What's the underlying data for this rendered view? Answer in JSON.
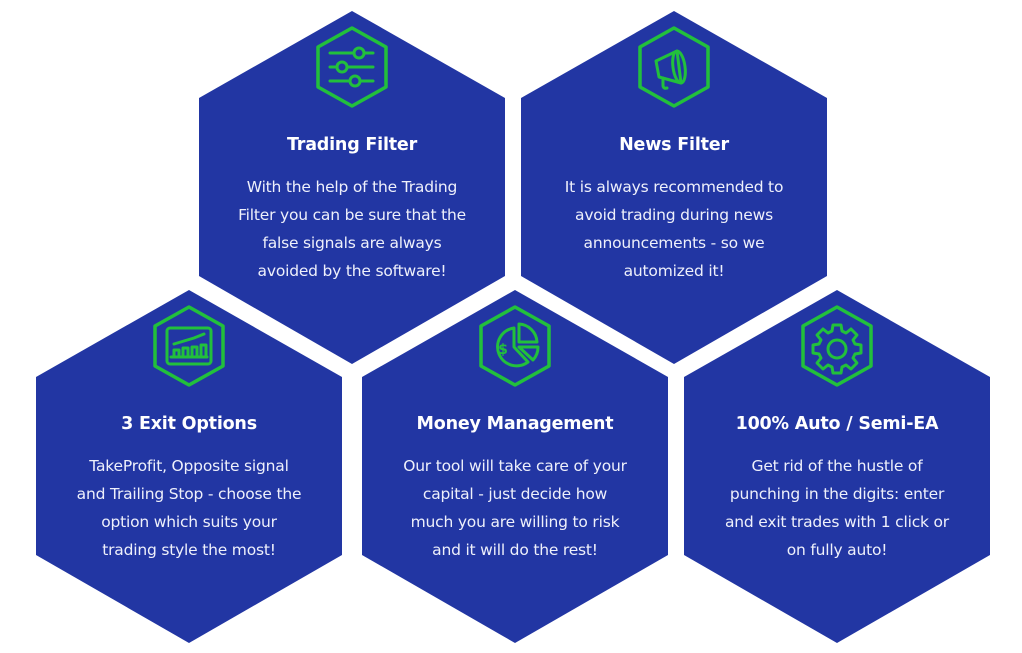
{
  "colors": {
    "hex_fill": "#2236a3",
    "icon_stroke": "#22c03c",
    "text": "#ffffff",
    "background": "#ffffff"
  },
  "features": [
    {
      "title": "Trading Filter",
      "icon": "sliders-icon",
      "lines": [
        "With the help of the Trading",
        "Filter you can be sure that the",
        "false signals are always",
        "avoided by the software!"
      ]
    },
    {
      "title": "News Filter",
      "icon": "megaphone-icon",
      "lines": [
        "It is always recommended to",
        "avoid trading during news",
        "announcements - so we",
        "automized it!"
      ]
    },
    {
      "title": "3 Exit Options",
      "icon": "chart-monitor-icon",
      "lines": [
        "TakeProfit, Opposite signal",
        "and Trailing Stop - choose the",
        "option which suits your",
        "trading style the most!"
      ]
    },
    {
      "title": "Money Management",
      "icon": "dollar-pie-chart-icon",
      "lines": [
        "Our tool will take care of your",
        "capital - just decide how",
        "much you are willing to risk",
        "and it will do the rest!"
      ]
    },
    {
      "title": "100% Auto / Semi-EA",
      "icon": "gear-icon",
      "lines": [
        "Get rid of the hustle of",
        "punching in the digits: enter",
        "and exit trades with 1 click or",
        "on fully auto!"
      ]
    }
  ]
}
